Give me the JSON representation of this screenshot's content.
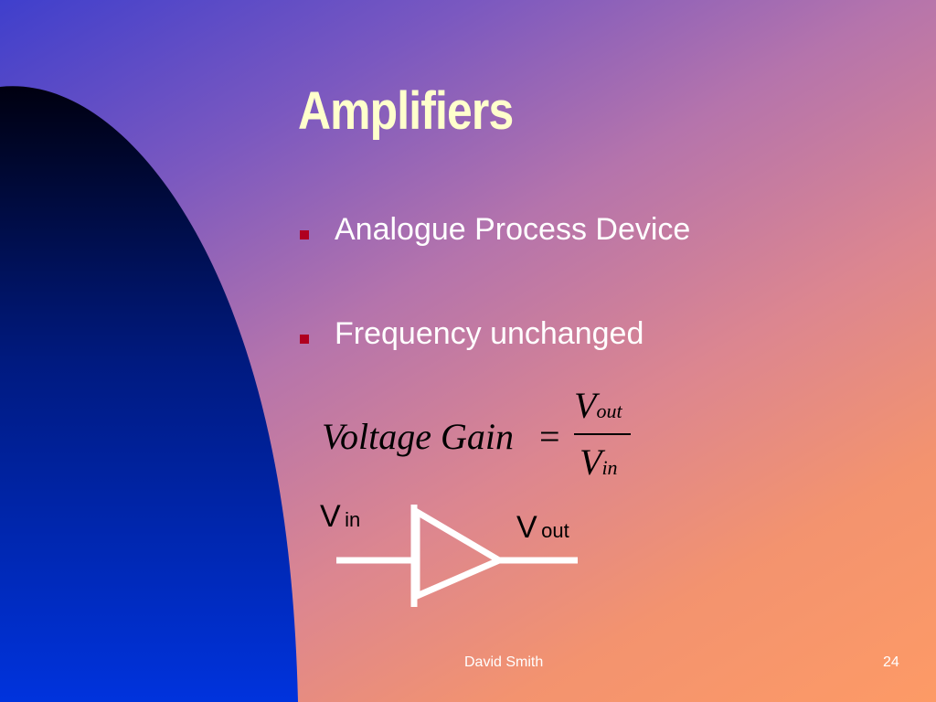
{
  "slide": {
    "title": "Amplifiers",
    "bullets": [
      {
        "text": "Analogue Process Device"
      },
      {
        "text": "Frequency unchanged"
      }
    ],
    "formula": {
      "lhs": "Voltage Gain",
      "equals": "=",
      "numerator": {
        "base": "V",
        "sub": "out"
      },
      "denominator": {
        "base": "V",
        "sub": "in"
      }
    },
    "symbol": {
      "input": {
        "base": "V",
        "sub": "in"
      },
      "output": {
        "base": "V",
        "sub": "out"
      }
    },
    "footer": {
      "author": "David Smith",
      "page": "24"
    }
  },
  "colors": {
    "title": "#ffffcc",
    "bullet_marker": "#b00020",
    "body_text": "#ffffff",
    "dark_shape_top": "#000010",
    "dark_shape_bottom": "#0033dd"
  }
}
